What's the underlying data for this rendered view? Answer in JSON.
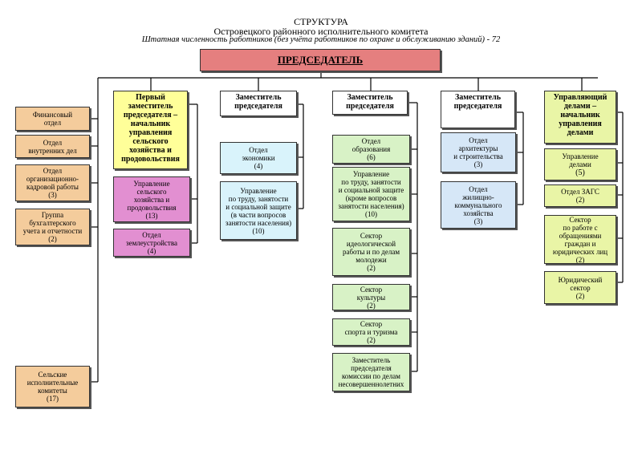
{
  "header": {
    "title": "СТРУКТУРА",
    "subtitle": "Островецкого районного исполнительного комитета",
    "staff_note": "Штатная численность работников (без учёта работников по охране и обслуживанию зданий) - 72"
  },
  "colors": {
    "chairman": "#e57f7f",
    "left": "#f4cc9c",
    "first_deputy": "#ffff99",
    "agri": "#e28fd1",
    "light_blue": "#d9f3fb",
    "deputy_header": "#ffffff",
    "green": "#d8f2c6",
    "blue_col": "#d6e7f7",
    "manager": "#e9f5a6",
    "lines": "#000000"
  },
  "chairman": {
    "label": "ПРЕДСЕДАТЕЛЬ"
  },
  "left_units": [
    {
      "name": "Финансовый\nотдел",
      "count": ""
    },
    {
      "name": "Отдел\nвнутренних дел",
      "count": ""
    },
    {
      "name": "Отдел\nорганизационно-\nкадровой работы",
      "count": "(3)"
    },
    {
      "name": "Группа\nбухгалтерского\nучета и отчетности",
      "count": "(2)"
    }
  ],
  "village_committees": {
    "name": "Сельские\nисполнительные\nкомитеты",
    "count": "(17)"
  },
  "columns": {
    "first_deputy": {
      "title": "Первый\nзаместитель\nпредседателя –\nначальник\nуправления\nсельского\nхозяйства и\nпродовольствия",
      "units": [
        {
          "name": "Управление\nсельского\nхозяйства и\nпродовольствия",
          "count": "(13)"
        },
        {
          "name": "Отдел\nземлеустройства",
          "count": "(4)"
        }
      ]
    },
    "deputy_economy": {
      "title": "Заместитель\nпредседателя",
      "units": [
        {
          "name": "Отдел\nэкономики",
          "count": "(4)"
        },
        {
          "name": "Управление\nпо труду, занятости\nи социальной защите\n(в части вопросов\nзанятости населения)",
          "count": "(10)"
        }
      ]
    },
    "deputy_social": {
      "title": "Заместитель\nпредседателя",
      "units": [
        {
          "name": "Отдел\nобразования",
          "count": "(6)"
        },
        {
          "name": "Управление\nпо труду, занятости\nи социальной защите\n(кроме вопросов\nзанятости населения)",
          "count": "(10)"
        },
        {
          "name": "Сектор\nидеологической\nработы и по делам\nмолодежи",
          "count": "(2)"
        },
        {
          "name": "Сектор\nкультуры",
          "count": "(2)"
        },
        {
          "name": "Сектор\nспорта и туризма",
          "count": "(2)"
        },
        {
          "name": "Заместитель\nпредседателя\nкомиссии по делам\nнесовершеннолетних",
          "count": ""
        }
      ]
    },
    "deputy_construction": {
      "title": "Заместитель\nпредседателя",
      "units": [
        {
          "name": "Отдел\nархитектуры\nи строительства",
          "count": "(3)"
        },
        {
          "name": "Отдел\nжилищно-\nкоммунального\nхозяйства",
          "count": "(3)"
        }
      ]
    },
    "manager": {
      "title": "Управляющий\nделами –\nначальник\nуправления\nделами",
      "units": [
        {
          "name": "Управление\nделами",
          "count": "(5)"
        },
        {
          "name": "Отдел ЗАГС",
          "count": "(2)"
        },
        {
          "name": "Сектор\nпо работе с\nобращениями\nграждан и\nюридических лиц",
          "count": "(2)"
        },
        {
          "name": "Юридический\nсектор",
          "count": "(2)"
        }
      ]
    }
  }
}
